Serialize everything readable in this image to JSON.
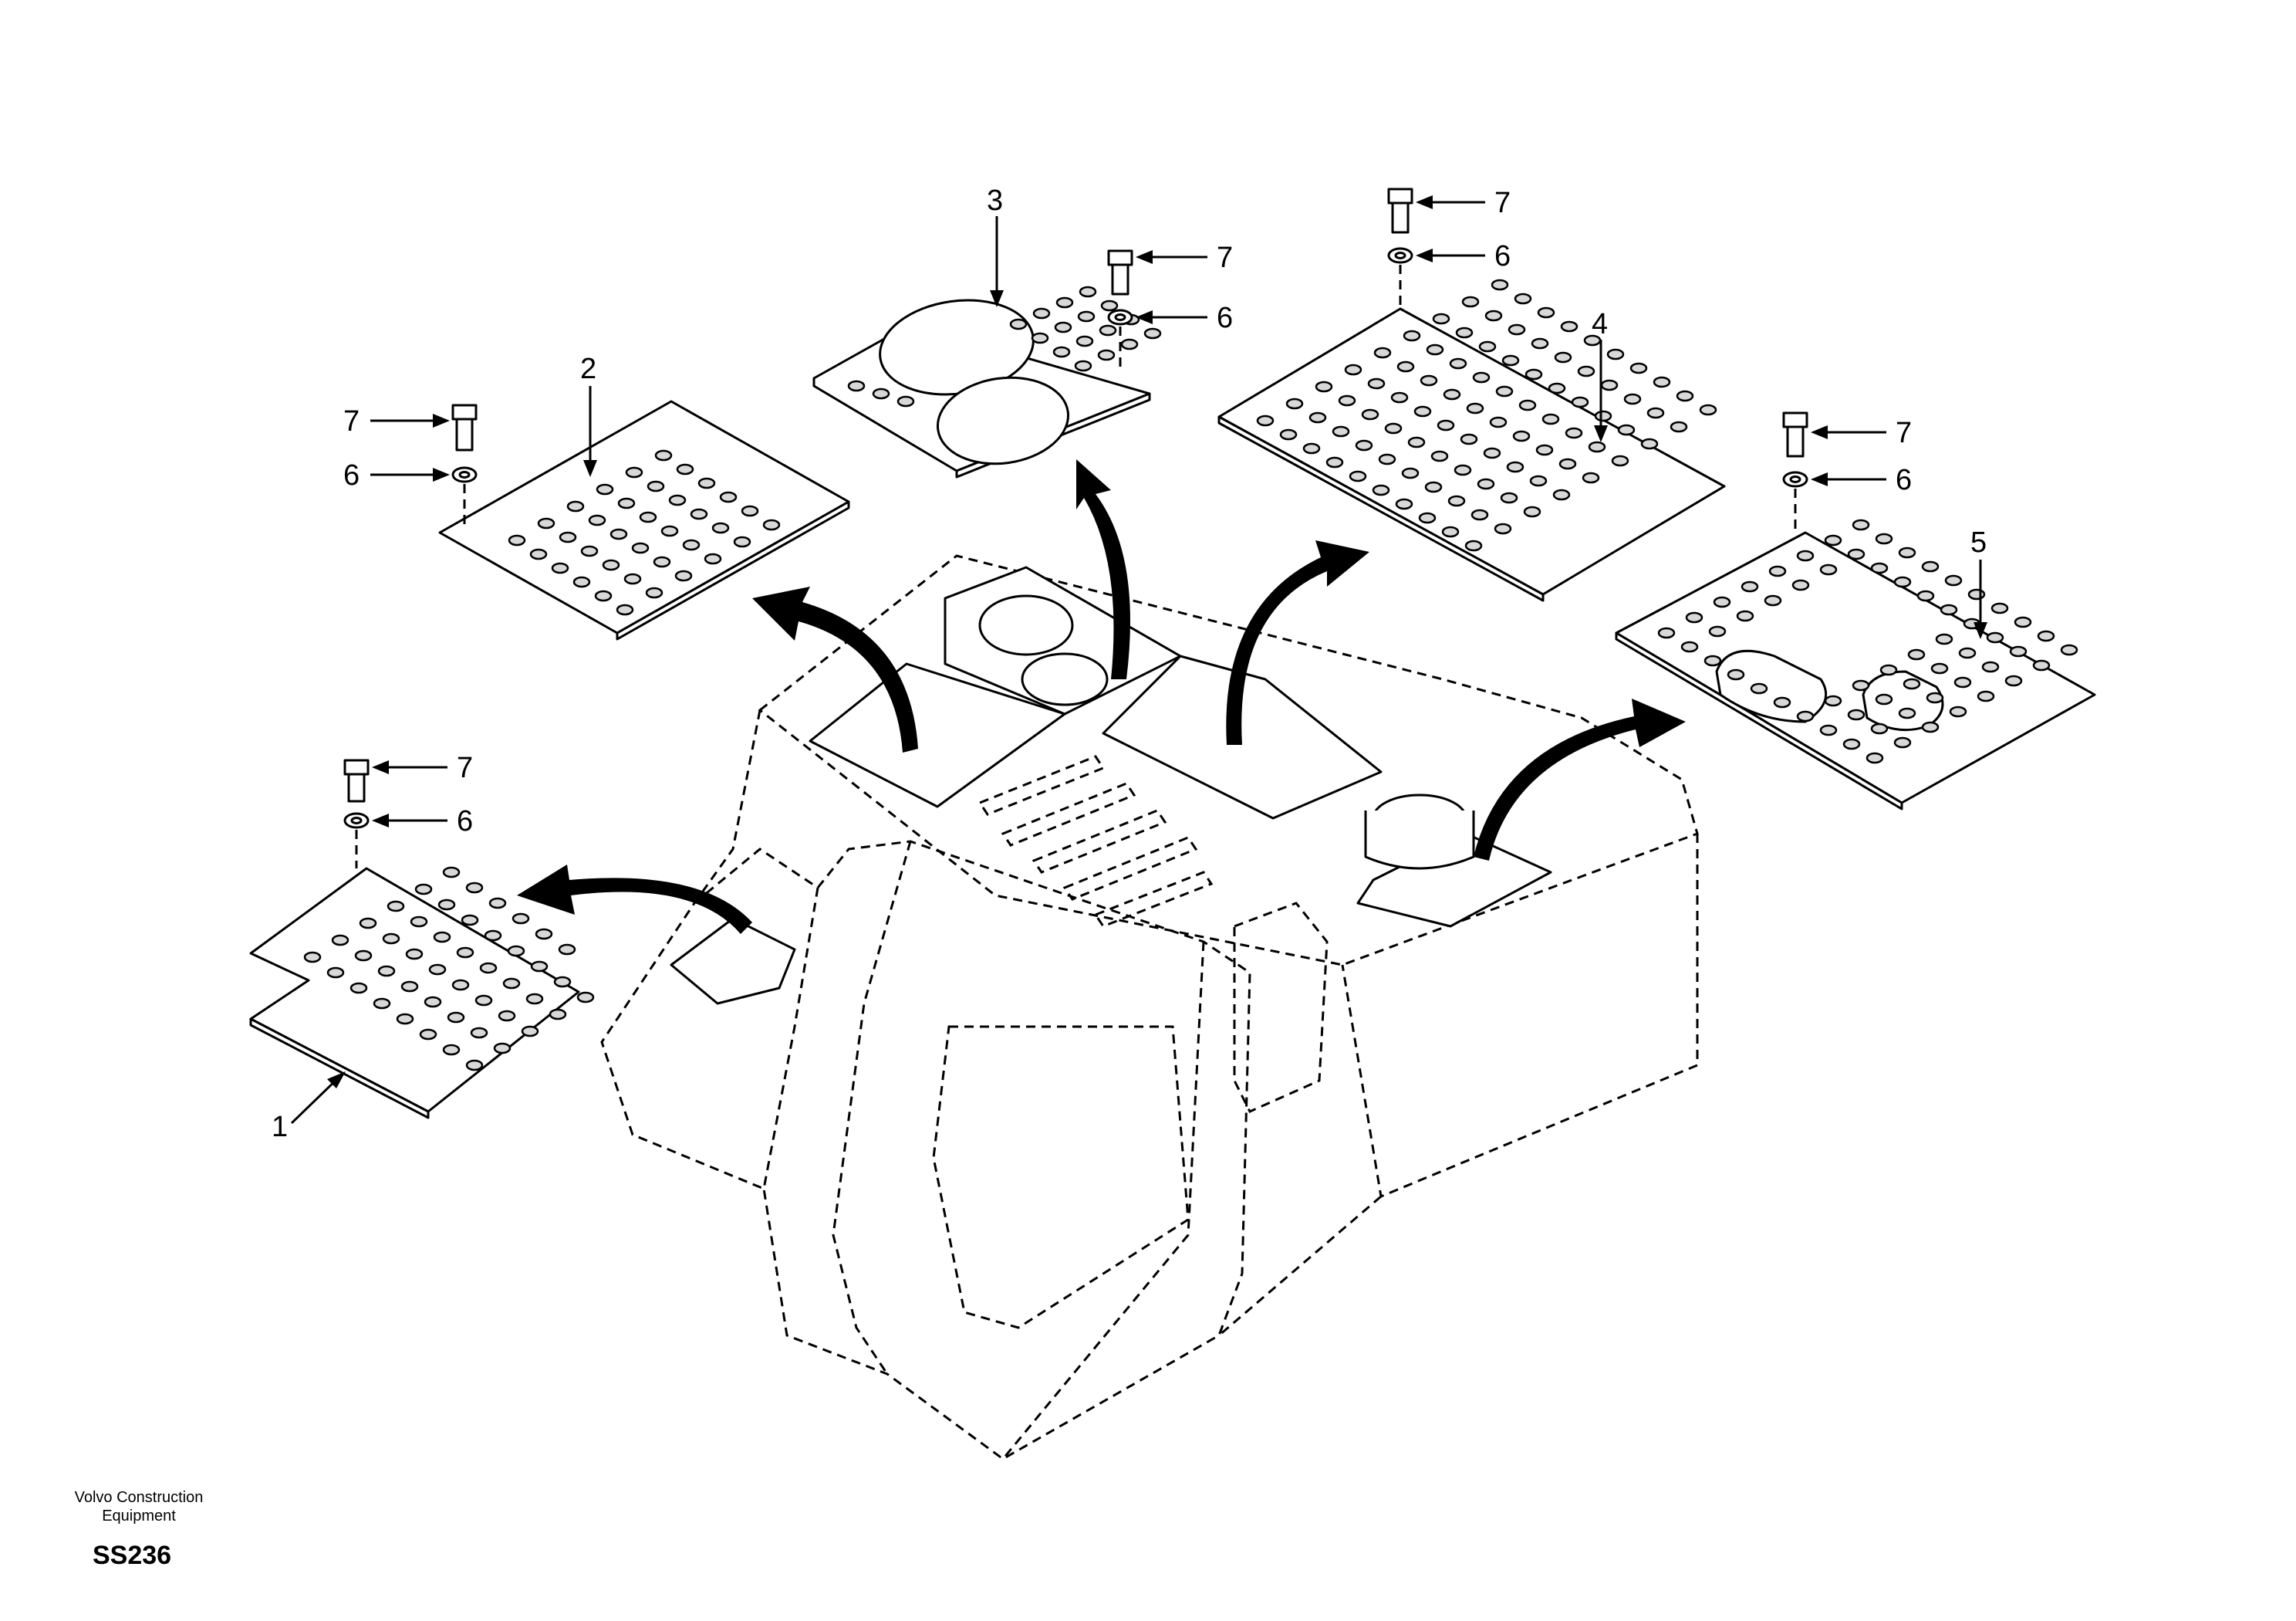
{
  "callouts": [
    {
      "id": "1",
      "text": "1"
    },
    {
      "id": "2",
      "text": "2"
    },
    {
      "id": "3",
      "text": "3"
    },
    {
      "id": "4",
      "text": "4"
    },
    {
      "id": "5",
      "text": "5"
    },
    {
      "id": "6",
      "text": "6"
    },
    {
      "id": "7",
      "text": "7"
    }
  ],
  "footer": {
    "maker_line1": "Volvo Construction",
    "maker_line2": "Equipment",
    "code": "SS236"
  }
}
